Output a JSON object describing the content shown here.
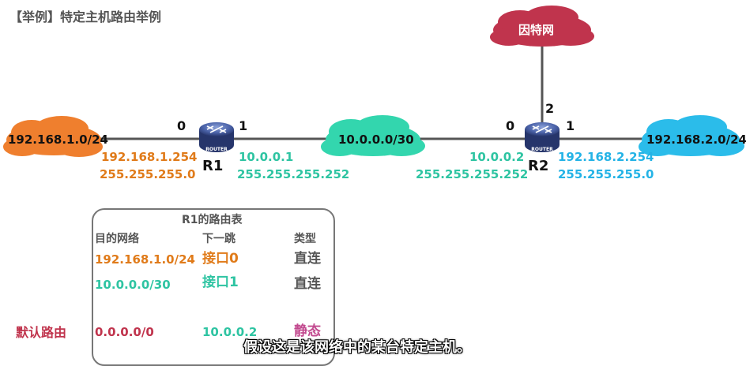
{
  "title": "【举例】特定主机路由举例",
  "clouds": {
    "lan1": "192.168.1.0/24",
    "mid": "10.0.0.0/30",
    "lan2": "192.168.2.0/24",
    "internet": "因特网"
  },
  "r1": {
    "name": "R1",
    "port0": "0",
    "port1": "1",
    "if0_ip": "192.168.1.254",
    "if0_mask": "255.255.255.0",
    "if1_ip": "10.0.0.1",
    "if1_mask": "255.255.255.252"
  },
  "r2": {
    "name": "R2",
    "port0": "0",
    "port1": "1",
    "port2": "2",
    "if0_ip": "10.0.0.2",
    "if0_mask": "255.255.255.252",
    "if1_ip": "192.168.2.254",
    "if1_mask": "255.255.255.0"
  },
  "router_icon_text": "ROUTER",
  "route_table": {
    "title": "R1的路由表",
    "headers": [
      "目的网络",
      "下一跳",
      "类型"
    ],
    "rows": [
      {
        "dest": "192.168.1.0/24",
        "next": "接口0",
        "type": "直连"
      },
      {
        "dest": "10.0.0.0/30",
        "next": "接口1",
        "type": "直连"
      },
      {
        "dest": "0.0.0.0/0",
        "next": "10.0.0.2",
        "type": "静态"
      }
    ],
    "default_label": "默认路由"
  },
  "subtitle": "假设这是该网络中的某台特定主机。",
  "colors": {
    "orange": "#e07b1a",
    "teal": "#2ec4a2",
    "cyan": "#24b3e6",
    "crimson": "#c0344d",
    "router": "#3a4f8a"
  }
}
